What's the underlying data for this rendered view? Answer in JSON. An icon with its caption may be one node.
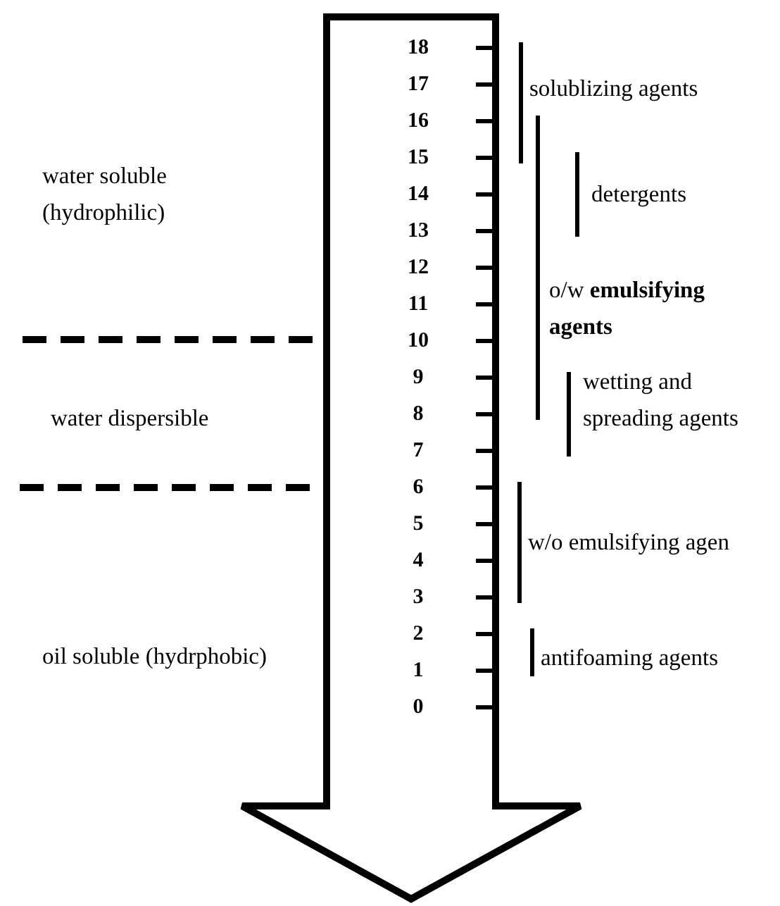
{
  "diagram": {
    "labels": [
      "18",
      "17",
      "solublizing agents",
      "16",
      "15",
      "water soluble (hydrophilic)",
      "14",
      "detergents",
      "13",
      "12",
      "11",
      "o/w **emulsifying agents**",
      "10",
      "9",
      "wetting and spreading agents",
      "water dispersible",
      "8",
      "7",
      "6",
      "5",
      "w/o emulsifying agen",
      "4",
      "3",
      "2",
      "antifoaming agents",
      "oil soluble (hydrphobic)",
      "1",
      "0"
    ]
  }
}
